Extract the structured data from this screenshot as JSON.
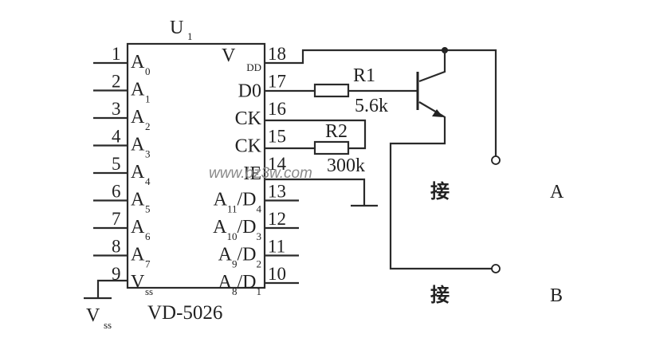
{
  "ic": {
    "ref": "U",
    "ref_sub": "1",
    "part": "VD-5026",
    "left_pins": [
      {
        "num": "1",
        "name": "A",
        "sub": "0"
      },
      {
        "num": "2",
        "name": "A",
        "sub": "1"
      },
      {
        "num": "3",
        "name": "A",
        "sub": "2"
      },
      {
        "num": "4",
        "name": "A",
        "sub": "3"
      },
      {
        "num": "5",
        "name": "A",
        "sub": "4"
      },
      {
        "num": "6",
        "name": "A",
        "sub": "5"
      },
      {
        "num": "7",
        "name": "A",
        "sub": "6"
      },
      {
        "num": "8",
        "name": "A",
        "sub": "7"
      },
      {
        "num": "9",
        "name": "V",
        "sub": "ss"
      }
    ],
    "right_pins": [
      {
        "num": "18",
        "label": "V",
        "sub": "DD"
      },
      {
        "num": "17",
        "label": "D0"
      },
      {
        "num": "16",
        "label": "CK"
      },
      {
        "num": "15",
        "label": "CK"
      },
      {
        "num": "14",
        "label": "IE"
      },
      {
        "num": "13",
        "label": "A11/D4",
        "a": "A",
        "asub": "11",
        "d": "/D",
        "dsub": "4"
      },
      {
        "num": "12",
        "label": "A10/D3",
        "a": "A",
        "asub": "10",
        "d": "/D",
        "dsub": "3"
      },
      {
        "num": "11",
        "label": "A9/D2",
        "a": "A",
        "asub": "9",
        "d": "/D",
        "dsub": "2"
      },
      {
        "num": "10",
        "label": "A8/D1",
        "a": "A",
        "asub": "8",
        "d": "/D",
        "dsub": "1"
      }
    ]
  },
  "vss": {
    "name": "V",
    "sub": "ss"
  },
  "r1": {
    "ref": "R1",
    "value": "5.6k"
  },
  "r2": {
    "ref": "R2",
    "value": "300k"
  },
  "terminals": [
    {
      "prefix": "接",
      "name": "A"
    },
    {
      "prefix": "接",
      "name": "B"
    }
  ],
  "watermark": "www.bz3w.com"
}
